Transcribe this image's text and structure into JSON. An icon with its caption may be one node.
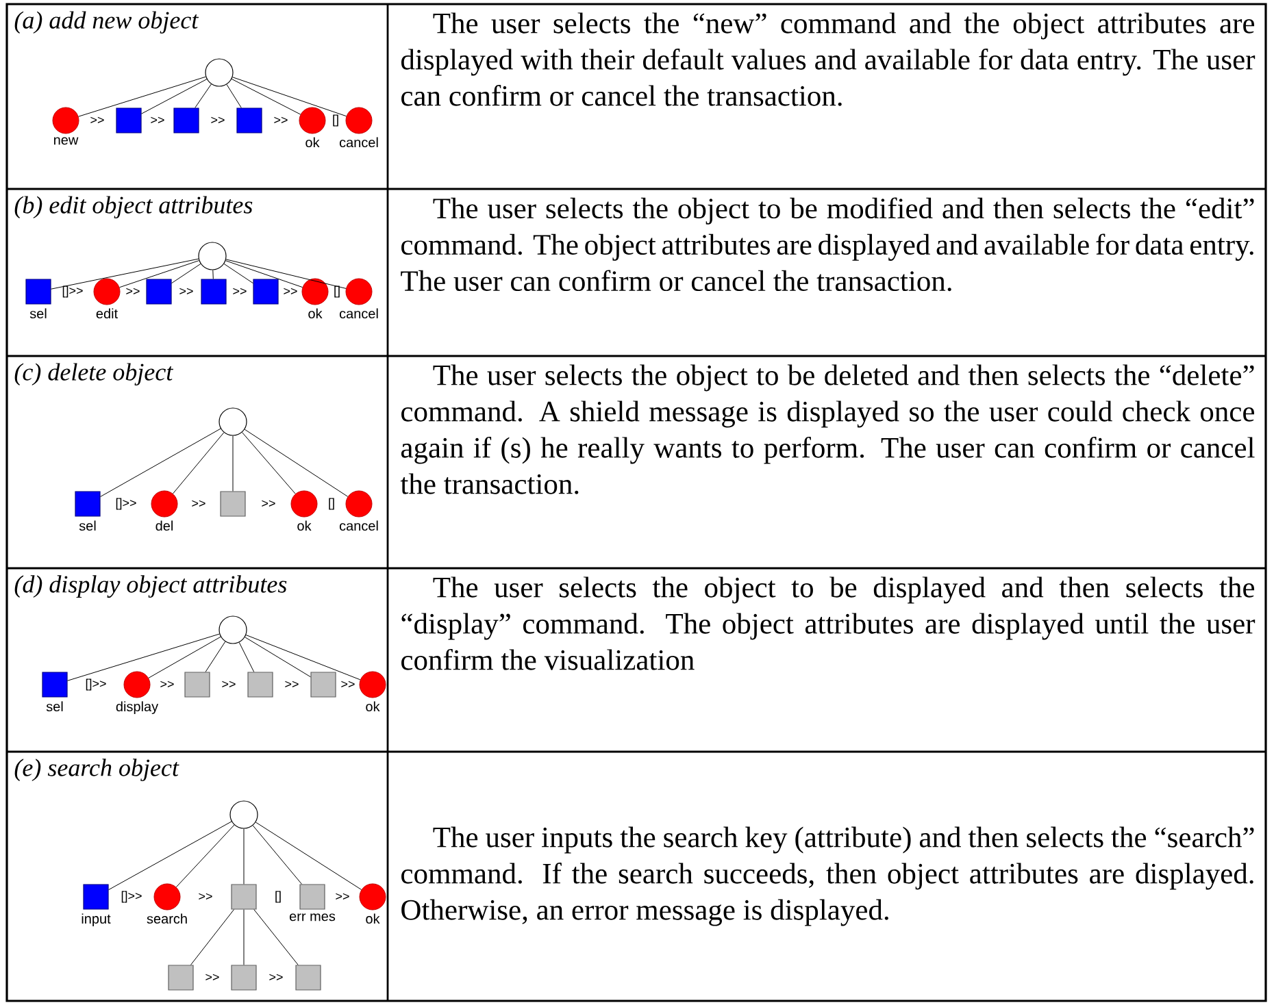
{
  "diagram": {
    "nodes": [
      {
        "text": [],
        "shape": "circle"
      },
      {
        "text": [],
        "shape": "circle",
        "beside": [
          "new"
        ]
      },
      {
        "text": [],
        "shape": "box"
      },
      {
        "text": [],
        "shape": "box"
      },
      {
        "text": [],
        "shape": "box"
      },
      {
        "text": [],
        "shape": "circle",
        "beside": [
          "ok"
        ]
      },
      {
        "text": [],
        "shape": "circle",
        "beside": [
          "cancel"
        ]
      },
      {
        "text": [],
        "shape": "circle"
      },
      {
        "text": [],
        "shape": "box",
        "beside": [
          "sel"
        ]
      },
      {
        "text": [],
        "shape": "circle",
        "beside": [
          "edit"
        ]
      },
      {
        "text": [],
        "shape": "box"
      },
      {
        "text": [],
        "shape": "box"
      },
      {
        "text": [],
        "shape": "box"
      },
      {
        "text": [],
        "shape": "circle",
        "beside": [
          "ok"
        ]
      },
      {
        "text": [],
        "shape": "circle",
        "beside": [
          "cancel"
        ]
      },
      {
        "text": [],
        "shape": "circle"
      },
      {
        "text": [],
        "shape": "box",
        "beside": [
          "sel"
        ]
      },
      {
        "text": [],
        "shape": "circle",
        "beside": [
          "del"
        ]
      },
      {
        "text": [],
        "shape": "box"
      },
      {
        "text": [],
        "shape": "circle",
        "beside": [
          "ok"
        ]
      },
      {
        "text": [],
        "shape": "circle",
        "beside": [
          "cancel"
        ]
      },
      {
        "text": [],
        "shape": "circle"
      },
      {
        "text": [],
        "shape": "box",
        "beside": [
          "sel"
        ]
      },
      {
        "text": [],
        "shape": "circle",
        "beside": [
          "display"
        ]
      },
      {
        "text": [],
        "shape": "box"
      },
      {
        "text": [],
        "shape": "box"
      },
      {
        "text": [],
        "shape": "box"
      },
      {
        "text": [],
        "shape": "circle",
        "beside": [
          "ok"
        ]
      },
      {
        "text": [],
        "shape": "circle"
      },
      {
        "text": [],
        "shape": "box",
        "beside": [
          "input"
        ]
      },
      {
        "text": [],
        "shape": "circle",
        "beside": [
          "search"
        ]
      },
      {
        "text": [],
        "shape": "box"
      },
      {
        "text": [],
        "shape": "box",
        "beside": [
          "err mes"
        ]
      },
      {
        "text": [],
        "shape": "circle",
        "beside": [
          "ok"
        ]
      },
      {
        "text": [],
        "shape": "box"
      },
      {
        "text": [],
        "shape": "box"
      },
      {
        "text": [],
        "shape": "box"
      }
    ],
    "edges": [
      {
        "from": 0,
        "to": 1,
        "arrow": "none"
      },
      {
        "from": 0,
        "to": 2,
        "arrow": "none"
      },
      {
        "from": 0,
        "to": 3,
        "arrow": "none"
      },
      {
        "from": 0,
        "to": 4,
        "arrow": "none"
      },
      {
        "from": 0,
        "to": 5,
        "arrow": "none"
      },
      {
        "from": 0,
        "to": 6,
        "arrow": "none"
      },
      {
        "from": 7,
        "to": 8,
        "arrow": "none"
      },
      {
        "from": 7,
        "to": 9,
        "arrow": "none"
      },
      {
        "from": 7,
        "to": 10,
        "arrow": "none"
      },
      {
        "from": 7,
        "to": 11,
        "arrow": "none"
      },
      {
        "from": 7,
        "to": 12,
        "arrow": "none"
      },
      {
        "from": 7,
        "to": 13,
        "arrow": "none"
      },
      {
        "from": 7,
        "to": 14,
        "arrow": "none"
      },
      {
        "from": 15,
        "to": 16,
        "arrow": "none"
      },
      {
        "from": 15,
        "to": 17,
        "arrow": "none"
      },
      {
        "from": 15,
        "to": 18,
        "arrow": "none"
      },
      {
        "from": 15,
        "to": 19,
        "arrow": "none"
      },
      {
        "from": 15,
        "to": 20,
        "arrow": "none"
      },
      {
        "from": 21,
        "to": 22,
        "arrow": "none"
      },
      {
        "from": 21,
        "to": 23,
        "arrow": "none"
      },
      {
        "from": 21,
        "to": 24,
        "arrow": "none"
      },
      {
        "from": 21,
        "to": 25,
        "arrow": "none"
      },
      {
        "from": 21,
        "to": 26,
        "arrow": "none"
      },
      {
        "from": 21,
        "to": 27,
        "arrow": "none"
      },
      {
        "from": 28,
        "to": 29,
        "arrow": "none"
      },
      {
        "from": 28,
        "to": 30,
        "arrow": "none"
      },
      {
        "from": 28,
        "to": 31,
        "arrow": "none"
      },
      {
        "from": 28,
        "to": 32,
        "arrow": "none"
      },
      {
        "from": 28,
        "to": 33,
        "arrow": "none"
      },
      {
        "from": 31,
        "to": 34,
        "arrow": "none"
      },
      {
        "from": 31,
        "to": 35,
        "arrow": "none"
      },
      {
        "from": 31,
        "to": 36,
        "arrow": "none"
      }
    ],
    "labels": [
      "(a) add new object",
      ">>",
      ">>",
      ">>",
      ">>",
      "[]",
      "The user selects the “new” command and the object attributes are displayed with their default values and available for data entry. The user can confirm or cancel the transaction.",
      "(b) edit object attributes",
      "[]>>",
      ">>",
      ">>",
      ">>",
      ">>",
      "[]",
      "The user selects the object to be modified and then selects the “edit” command. The object attributes are displayed and available for data entry. The user can confirm or cancel the transaction.",
      "(c) delete object",
      "[]>>",
      ">>",
      ">>",
      "[]",
      "The user selects the object to be deleted and then selects the “delete” command. A shield message is displayed so the user could check once again if (s) he really wants to perform. The user can confirm or cancel the transaction.",
      "(d) display object attributes",
      "[]>>",
      ">>",
      ">>",
      ">>",
      ">>",
      "The user selects the object to be displayed and then selects the “display” command. The object attributes are displayed until the user confirm the visualization",
      "(e) search object",
      "[]>>",
      ">>",
      "[]",
      ">>",
      ">>",
      ">>",
      "The user inputs the search key (attribute) and then selects the “search” command. If the search succeeds, then object attributes are displayed. Otherwise, an error message is displayed."
    ]
  }
}
